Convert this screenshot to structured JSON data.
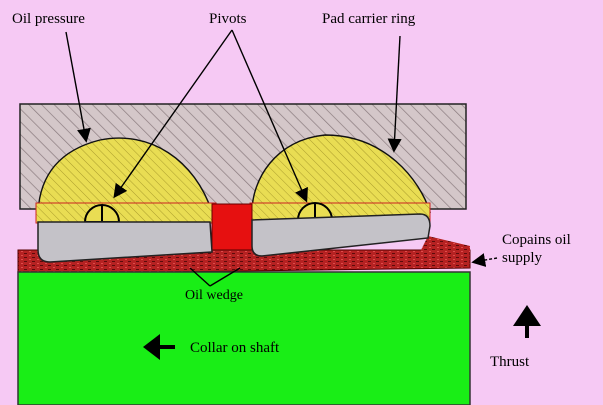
{
  "labels": {
    "oil_pressure": "Oil pressure",
    "pivots": "Pivots",
    "pad_carrier_ring": "Pad carrier ring",
    "supply_line1": "Copains oil",
    "supply_line2": "supply",
    "oil_wedge": "Oil wedge",
    "collar": "Collar on shaft",
    "thrust": "Thrust"
  },
  "colors": {
    "background": "#f6c9f4",
    "carrier_ring": "#d4c7c9",
    "oil_pressure_zone": "#e9dd53",
    "pad": "#c4c2c8",
    "oil_film": "#b52222",
    "collar": "#19ee16",
    "oil_feed": "#e61010"
  },
  "icons": {
    "left_arrow": "arrow-left-icon",
    "up_arrow": "arrow-up-icon"
  }
}
